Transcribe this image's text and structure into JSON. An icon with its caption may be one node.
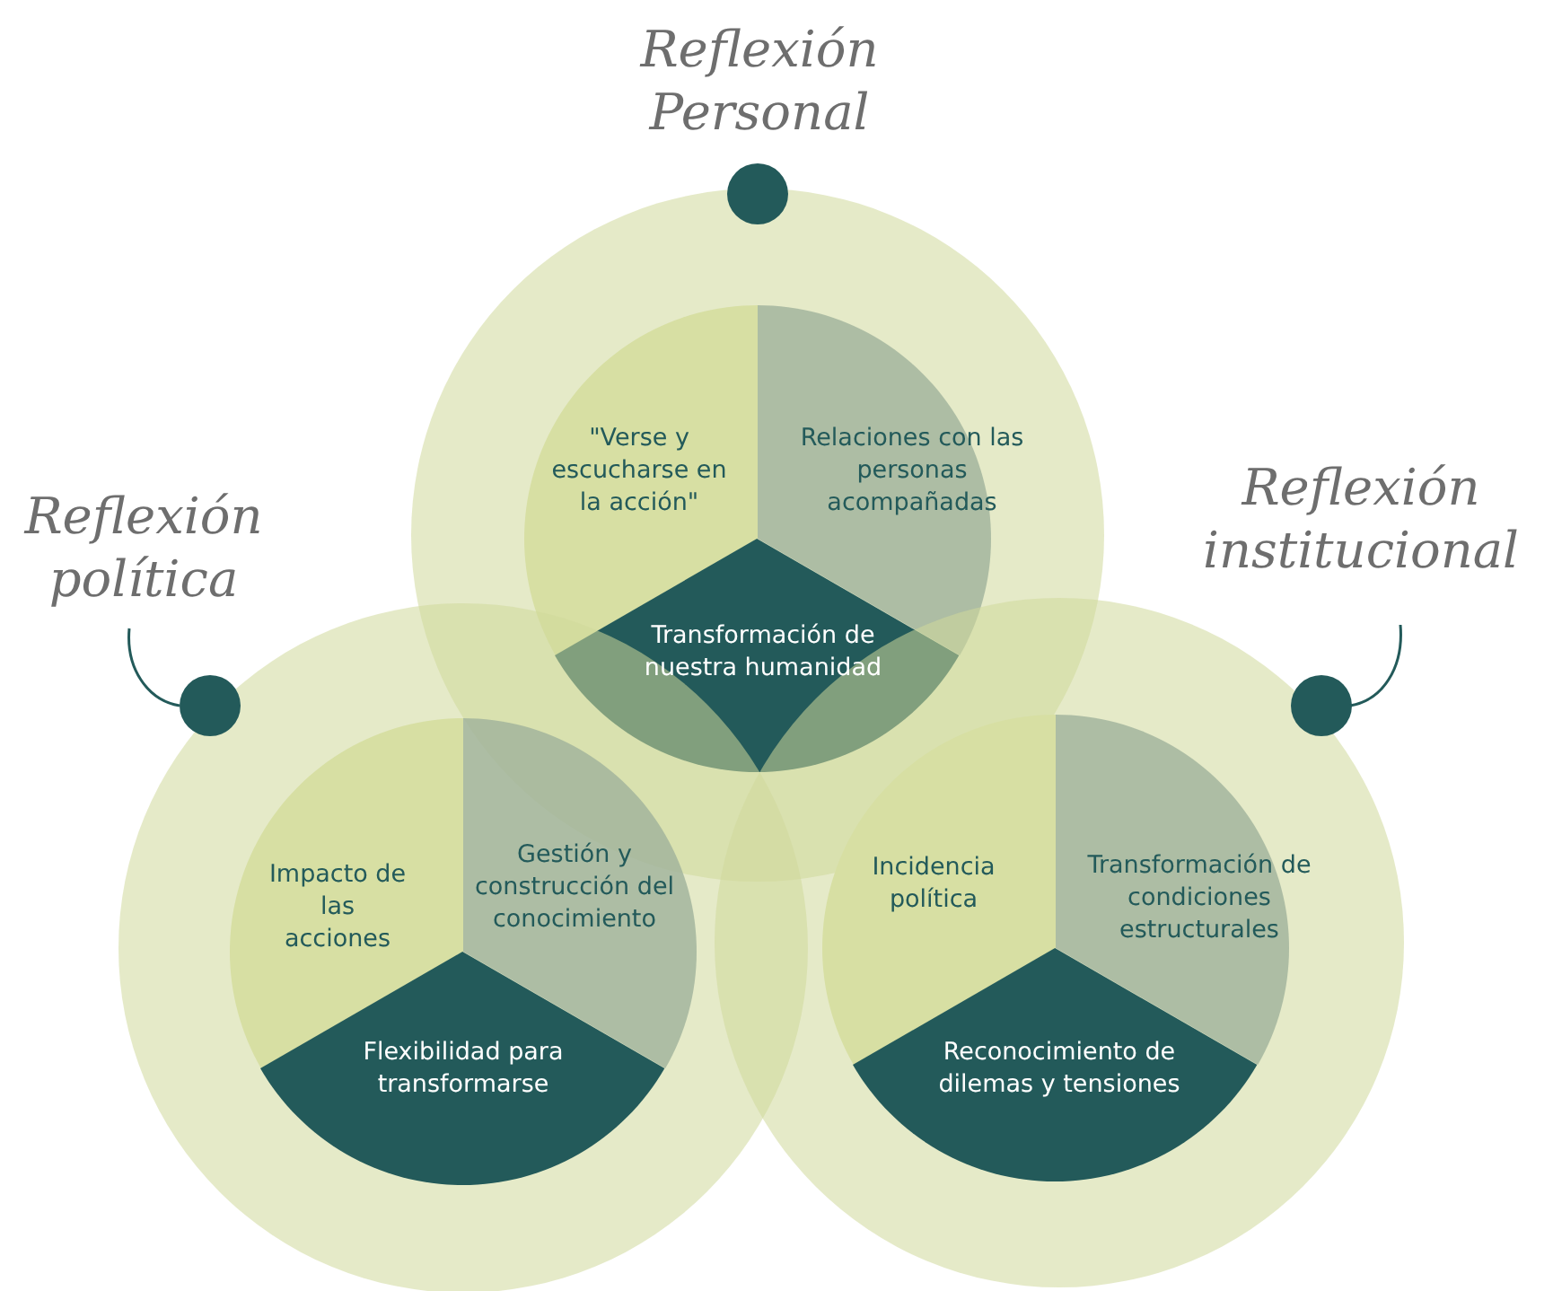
{
  "diagram": {
    "nodes": [
      {
        "text": [
          "Reflexión Personal"
        ]
      },
      {
        "text": [
          "\"Verse y escucharse en la acción\""
        ],
        "in": 0
      },
      {
        "text": [
          "Relaciones con las personas acompañadas"
        ],
        "in": 0
      },
      {
        "text": [
          "Transformación de nuestra humanidad"
        ],
        "in": 0
      },
      {
        "text": [
          "Reflexión política"
        ]
      },
      {
        "text": [
          "Impacto de las acciones"
        ],
        "in": 4
      },
      {
        "text": [
          "Gestión y construcción del conocimiento"
        ],
        "in": 4
      },
      {
        "text": [
          "Flexibilidad para transformarse"
        ],
        "in": 4
      },
      {
        "text": [
          "Reflexión institucional"
        ]
      },
      {
        "text": [
          "Incidencia política"
        ],
        "in": 8
      },
      {
        "text": [
          "Transformación de condiciones estructurales"
        ],
        "in": 8
      },
      {
        "text": [
          "Reconocimiento de dilemas y tensiones"
        ],
        "in": 8
      }
    ],
    "edges": []
  }
}
